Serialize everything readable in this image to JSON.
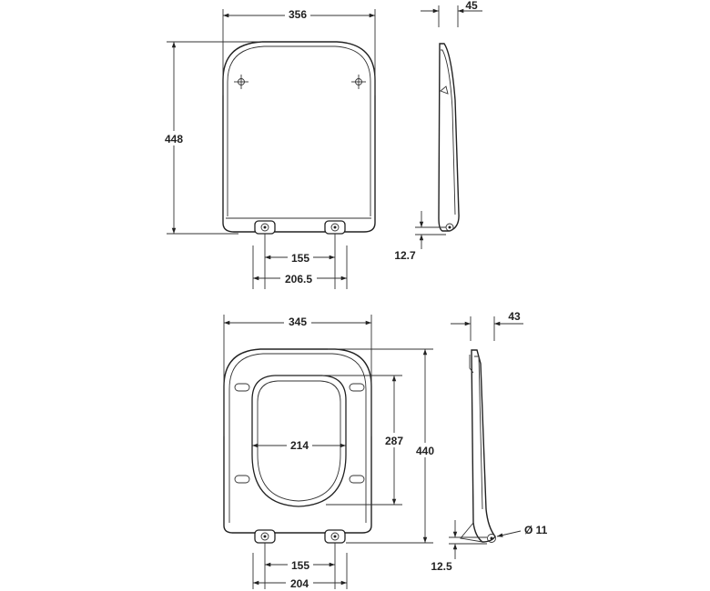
{
  "dimensions": {
    "cover_width": "356",
    "cover_height": "448",
    "cover_hinge_spacing": "155",
    "cover_hinge_outer": "206.5",
    "cover_profile_thickness": "45",
    "cover_hinge_offset": "12.7",
    "seat_width": "345",
    "seat_opening_width": "214",
    "seat_opening_depth": "287",
    "seat_height": "440",
    "seat_hinge_spacing": "155",
    "seat_hinge_outer": "204",
    "seat_profile_thickness": "43",
    "seat_hinge_offset": "12.5",
    "hinge_pin_diameter": "Ø 11"
  }
}
